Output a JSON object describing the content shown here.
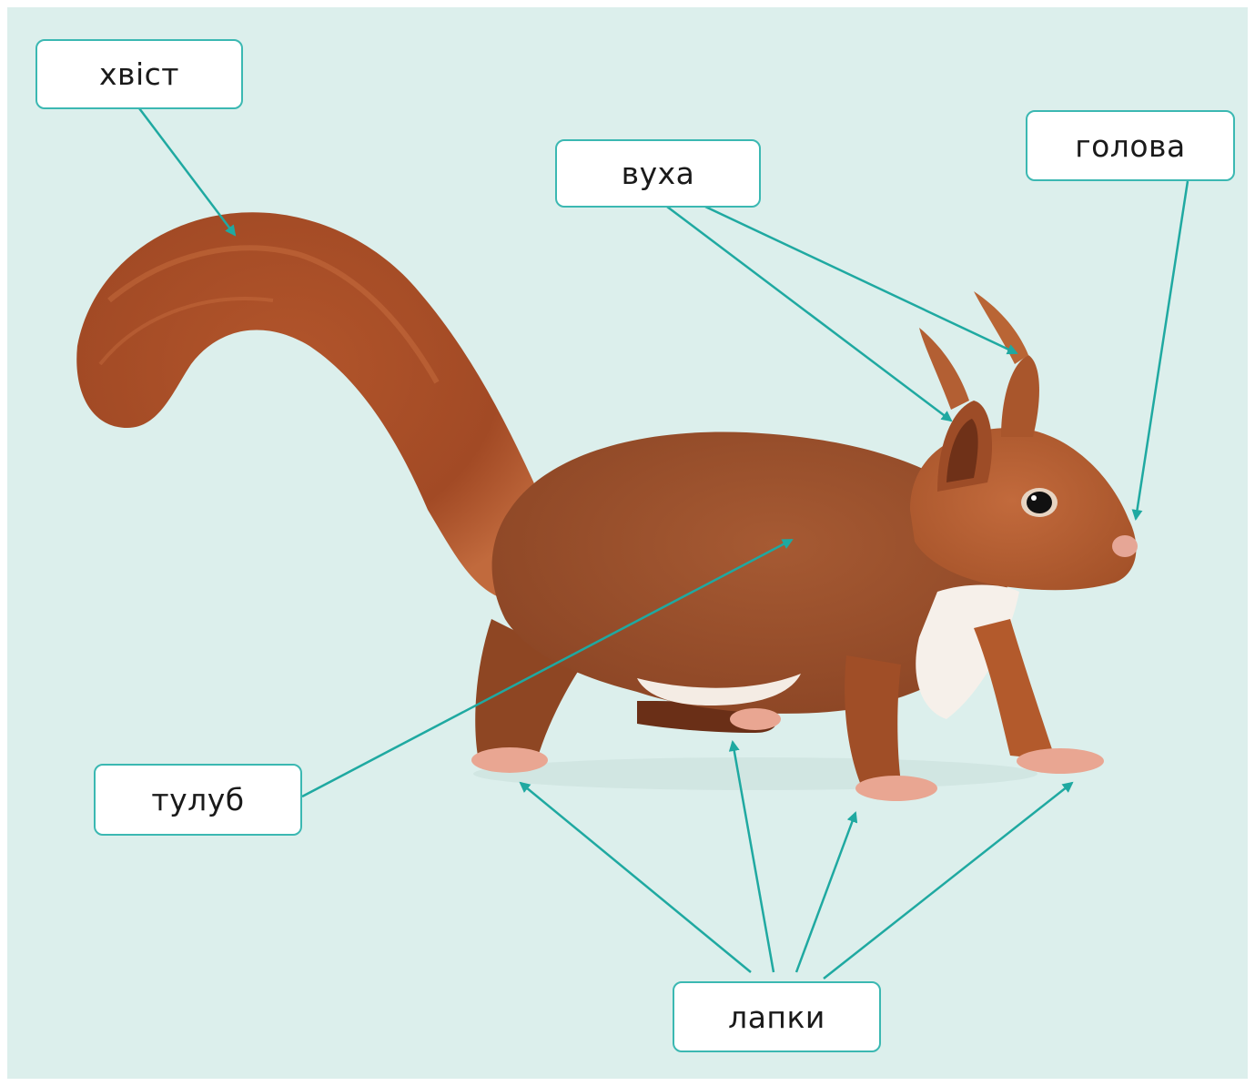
{
  "colors": {
    "background": "#dcefec",
    "pointer": "#1fa9a1",
    "box_border": "#3bb8b2",
    "fur": "#a8502c",
    "fur_dark": "#7d3519",
    "fur_light": "#c8693a",
    "belly": "#f6efe8",
    "paw": "#e8a38f"
  },
  "labels": {
    "tail": "хвіст",
    "ear": "вуха",
    "head": "голова",
    "body": "тулуб",
    "paws": "лапки"
  },
  "illustration": {
    "subject": "squirrel"
  }
}
